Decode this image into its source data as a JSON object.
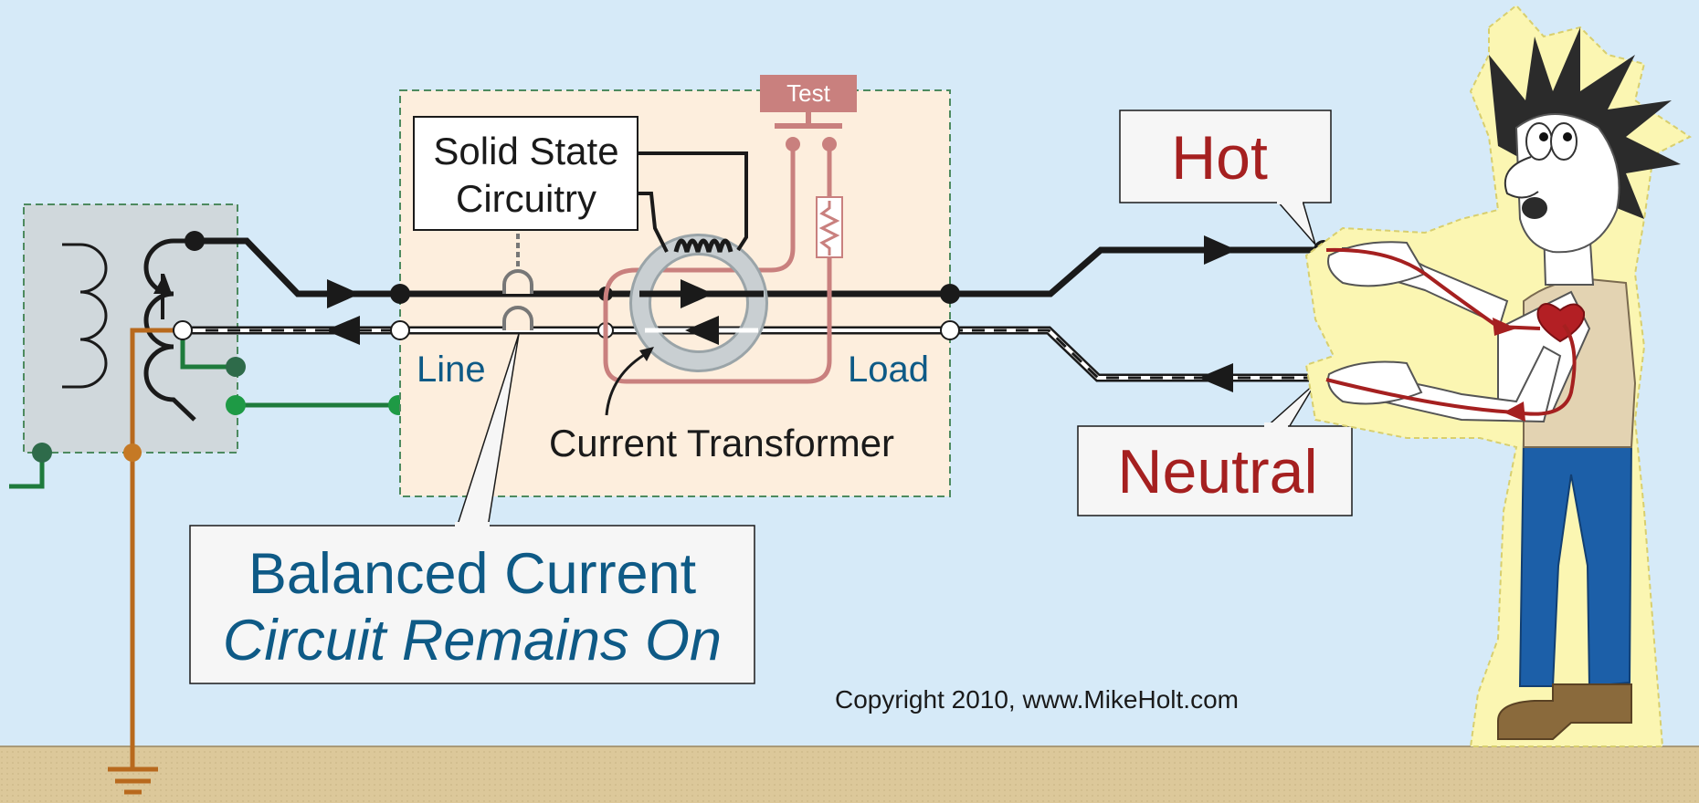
{
  "gfci": {
    "test_label": "Test",
    "circuitry_line1": "Solid State",
    "circuitry_line2": "Circuitry",
    "line_label": "Line",
    "load_label": "Load",
    "ct_label": "Current Transformer"
  },
  "callouts": {
    "hot": "Hot",
    "neutral": "Neutral",
    "balanced_line1": "Balanced Current",
    "balanced_line2": "Circuit Remains On"
  },
  "copyright": "Copyright 2010, www.MikeHolt.com",
  "colors": {
    "background": "#d6eaf8",
    "ground_strip": "#dcc89a",
    "gfci_box": "#fdeedd",
    "transformer_box": "#d0d8dc",
    "hot_wire": "#1a1a1a",
    "neutral_wire": "#ffffff",
    "test_circuit": "#c9807e",
    "ground_wire": "#1e7b3c",
    "earth_wire": "#b8691d",
    "shock_path": "#a52020",
    "label_blue": "#0e5a86",
    "label_red": "#a52020"
  }
}
